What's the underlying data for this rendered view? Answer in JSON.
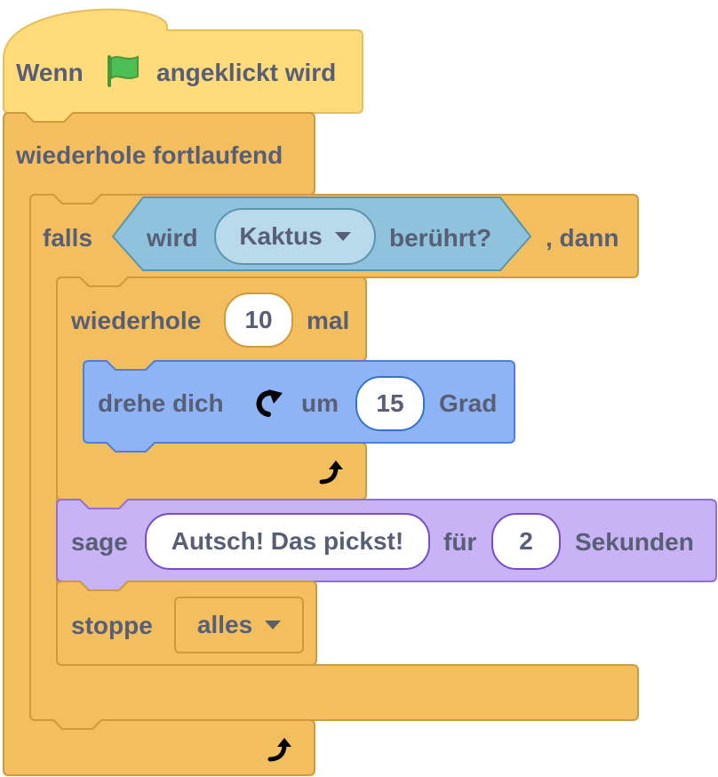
{
  "hat": {
    "prefix": "Wenn",
    "suffix": "angeklickt wird",
    "icon": "green-flag-icon"
  },
  "forever": {
    "label": "wiederhole fortlaufend",
    "end_icon": "loop-arrow-icon"
  },
  "if_block": {
    "prefix": "falls",
    "suffix": ", dann"
  },
  "touching": {
    "prefix": "wird",
    "option": "Kaktus",
    "suffix": "berührt?"
  },
  "repeat": {
    "prefix": "wiederhole",
    "count": "10",
    "suffix": "mal",
    "end_icon": "loop-arrow-icon"
  },
  "turn": {
    "prefix": "drehe dich",
    "icon": "rotate-right-icon",
    "middle": "um",
    "degrees": "15",
    "suffix": "Grad"
  },
  "say": {
    "prefix": "sage",
    "message": "Autsch! Das pickst!",
    "middle": "für",
    "seconds": "2",
    "suffix": "Sekunden"
  },
  "stop": {
    "prefix": "stoppe",
    "option": "alles"
  },
  "colors": {
    "events": "#ffd966",
    "control": "#f3bf5e",
    "sensing": "#8fc2dd",
    "motion": "#8fb4f5",
    "looks": "#c8b3f5"
  }
}
